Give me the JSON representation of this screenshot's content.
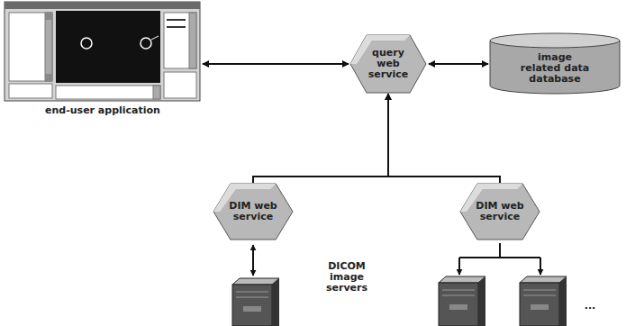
{
  "diagram": {
    "nodes": [
      {
        "text": [
          "end-user application"
        ]
      },
      {
        "text": [
          "query web service"
        ]
      },
      {
        "text": [
          "image related data database"
        ]
      },
      {
        "text": [
          "DIM web service"
        ]
      },
      {
        "text": [
          "DIM web service"
        ]
      }
    ],
    "edges": [
      {
        "from": 0,
        "to": 1,
        "arrow": "both"
      },
      {
        "from": 1,
        "to": 2,
        "arrow": "both"
      },
      {
        "from": 3,
        "to": 1,
        "arrow": "to"
      },
      {
        "from": 4,
        "to": 1,
        "arrow": "to"
      }
    ],
    "labels": [
      "DICOM image servers",
      "..."
    ]
  }
}
